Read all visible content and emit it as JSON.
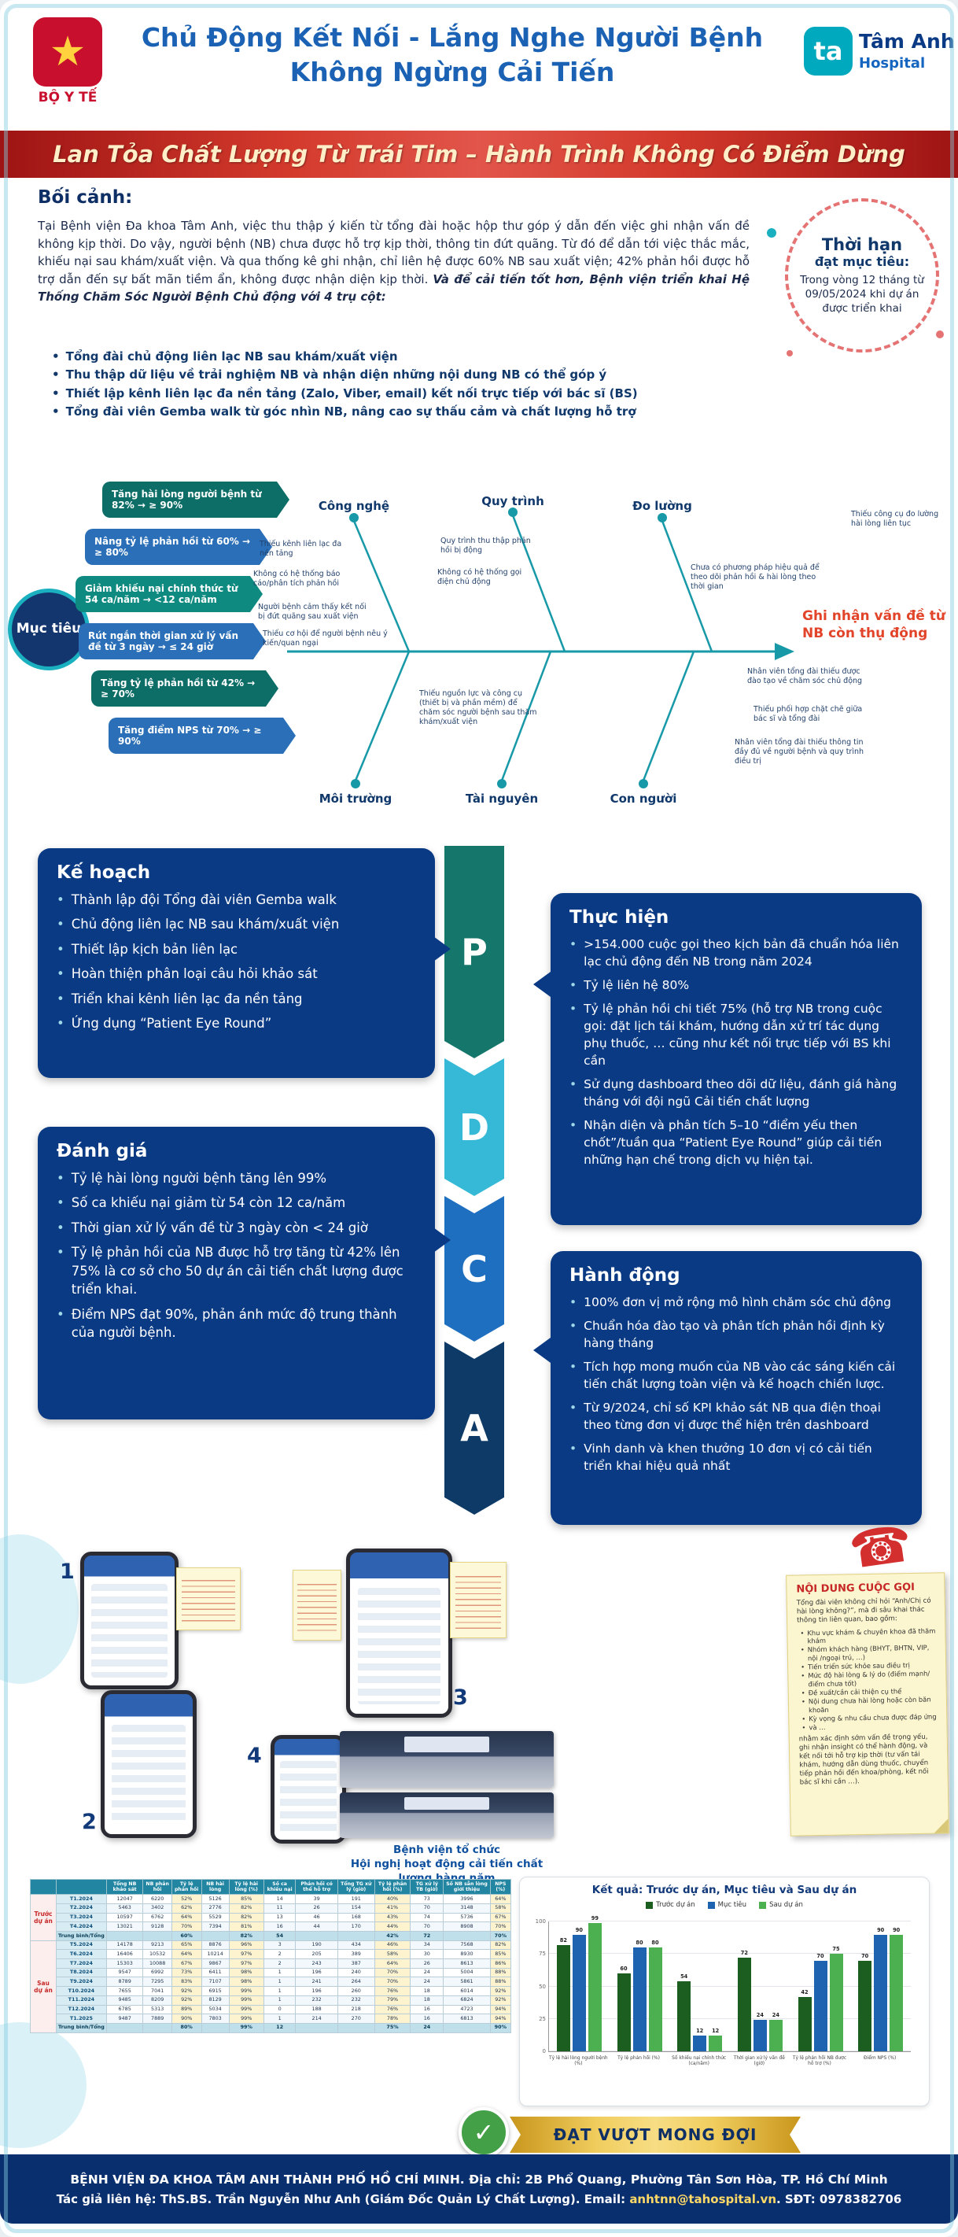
{
  "header": {
    "ministry": "BỘ Y TẾ",
    "title_line1": "Chủ Động Kết Nối - Lắng Nghe Người Bệnh",
    "title_line2": "Không Ngừng Cải Tiến",
    "logo_ta": "ta",
    "logo_name": "Tâm Anh",
    "logo_sub": "Hospital"
  },
  "banner": {
    "text": "Lan Tỏa Chất Lượng Từ Trái Tim – Hành Trình Không Có Điểm Dừng"
  },
  "context": {
    "heading": "Bối cảnh:",
    "para": "Tại Bệnh viện Đa khoa Tâm Anh, việc thu thập ý kiến từ tổng đài hoặc hộp thư góp ý dẫn đến việc ghi nhận vấn đề không kịp thời. Do vậy, người bệnh (NB) chưa được hỗ trợ kịp thời, thông tin đứt quãng. Từ đó để dẫn tới việc thắc mắc, khiếu nại sau khám/xuất viện. Và qua thống kê ghi nhận, chỉ liên hệ được 60% NB sau xuất viện; 42% phản hồi được hỗ trợ dẫn đến sự bất mãn tiềm ẩn, không được nhận diện kịp thời. ",
    "para_bold": "Và để cải tiến tốt hơn, Bệnh viện triển khai Hệ Thống Chăm Sóc Người Bệnh Chủ động với 4 trụ cột:",
    "bullets": [
      "Tổng đài chủ động liên lạc NB sau khám/xuất viện",
      "Thu thập dữ liệu về trải nghiệm NB và nhận diện những nội dung NB có thể góp ý",
      "Thiết lập kênh liên lạc đa nền tảng (Zalo, Viber, email) kết nối trực tiếp với bác sĩ (BS)",
      "Tổng đài viên Gemba walk từ góc nhìn NB, nâng cao sự thấu cảm và chất lượng hỗ trợ"
    ],
    "deadline_title": "Thời hạn",
    "deadline_sub": "đạt mục tiêu:",
    "deadline_body": "Trong vòng 12 tháng từ 09/05/2024 khi dự án được triển khai"
  },
  "goals": {
    "label": "Mục tiêu",
    "items": [
      "Tăng hài lòng người bệnh từ 82% → ≥ 90%",
      "Nâng tỷ lệ phản hồi từ 60% → ≥ 80%",
      "Giảm khiếu nại chính thức từ 54 ca/năm → <12 ca/năm",
      "Rút ngắn thời gian xử lý vấn đề từ 3 ngày → ≤ 24 giờ",
      "Tăng tỷ lệ phản hồi từ 42% → ≥ 70%",
      "Tăng điểm NPS từ 70% → ≥ 90%"
    ]
  },
  "fishbone": {
    "effect": "Ghi nhận vấn đề từ NB còn thụ động",
    "categories": [
      "Công nghệ",
      "Quy trình",
      "Đo lường",
      "Môi trường",
      "Tài nguyên",
      "Con người"
    ],
    "causes": [
      "Thiếu kênh liên lạc đa nền tảng",
      "Không có hệ thống báo cáo/phân tích phản hồi",
      "Người bệnh cảm thấy kết nối bị đứt quãng sau xuất viện",
      "Thiếu cơ hội để người bệnh nêu ý kiến/quan ngại",
      "Quy trình thu thập phản hồi bị động",
      "Không có hệ thống gọi điện chủ động",
      "Thiếu công cụ đo lường hài lòng liên tục",
      "Chưa có phương pháp hiệu quả để theo dõi phản hồi & hài lòng theo thời gian",
      "Thiếu nguồn lực và công cụ (thiết bị và phần mềm) để chăm sóc người bệnh sau thăm khám/xuất viện",
      "Nhân viên tổng đài thiếu được đào tạo về chăm sóc chủ động",
      "Thiếu phối hợp chặt chẽ giữa bác sĩ và tổng đài",
      "Nhân viên tổng đài thiếu thông tin đầy đủ về người bệnh và quy trình điều trị"
    ]
  },
  "pdca": {
    "letters": [
      "P",
      "D",
      "C",
      "A"
    ],
    "plan": {
      "title": "Kế hoạch",
      "bullets": [
        "Thành lập đội Tổng đài viên Gemba walk",
        "Chủ động liên lạc NB sau khám/xuất viện",
        "Thiết lập kịch bản liên lạc",
        "Hoàn thiện phân loại câu hỏi khảo sát",
        "Triển khai kênh liên lạc đa nền tảng",
        "Ứng dụng “Patient Eye Round”"
      ]
    },
    "do": {
      "title": "Thực hiện",
      "bullets": [
        ">154.000 cuộc gọi theo kịch bản đã chuẩn hóa liên lạc chủ động đến NB trong năm 2024",
        "Tỷ lệ liên hệ 80%",
        "Tỷ lệ phản hồi chi tiết 75% (hỗ trợ NB trong cuộc gọi: đặt lịch tái khám, hướng dẫn xử trí tác dụng phụ thuốc, … cũng như kết nối trực tiếp với BS khi cần",
        "Sử dụng dashboard theo dõi dữ liệu, đánh giá hàng tháng với đội ngũ Cải tiến chất lượng",
        "Nhận diện và phân tích 5–10 “điểm yếu then chốt”/tuần qua “Patient Eye Round” giúp cải tiến những hạn chế trong dịch vụ hiện tại."
      ]
    },
    "check": {
      "title": "Đánh giá",
      "bullets": [
        "Tỷ lệ hài lòng người bệnh tăng lên 99%",
        "Số ca khiếu nại giảm từ 54 còn 12 ca/năm",
        "Thời gian xử lý vấn đề từ 3 ngày còn < 24 giờ",
        "Tỷ lệ phản hồi của NB được hỗ trợ tăng từ 42% lên 75% là cơ sở cho 50 dự án cải tiến chất lượng được triển khai.",
        "Điểm NPS đạt 90%, phản ánh mức độ trung thành của người bệnh."
      ]
    },
    "act": {
      "title": "Hành động",
      "bullets": [
        "100% đơn vị mở rộng mô hình chăm sóc chủ động",
        "Chuẩn hóa đào tạo và phân tích phản hồi định kỳ hàng tháng",
        "Tích hợp mong muốn của NB vào các sáng kiến cải tiến chất lượng toàn viện và kế hoạch chiến lược.",
        "Từ 9/2024, chỉ số KPI khảo sát NB qua điện thoại theo từng đơn vị được thể hiện trên dashboard",
        "Vinh danh và khen thưởng 10 đơn vị có cải tiến triển khai hiệu quả nhất"
      ]
    }
  },
  "media": {
    "numbers": [
      "1",
      "2",
      "3",
      "4"
    ],
    "caption_line1": "Bệnh viện tổ chức",
    "caption_line2": "Hội nghị hoạt động cải tiến chất lượng hàng năm",
    "call_note": {
      "title": "NỘI DUNG CUỘC GỌI",
      "intro": "Tổng đài viên không chỉ hỏi “Anh/Chị có hài lòng không?”, mà đi sâu khai thác thông tin liên quan, bao gồm:",
      "bullets": [
        "Khu vực khám & chuyên khoa đã thăm khám",
        "Nhóm khách hàng (BHYT, BHTN, VIP, nội /ngoại trú, …)",
        "Tiến triển sức khỏe sau điều trị",
        "Mức độ hài lòng & lý do (điểm mạnh/điểm chưa tốt)",
        "Đề xuất/cần cải thiện cụ thể",
        "Nội dung chưa hài lòng hoặc còn băn khoăn",
        "Kỳ vọng & nhu cầu chưa được đáp ứng",
        "và …"
      ],
      "outro": "nhằm xác định sớm vấn đề trọng yếu, ghi nhận insight có thể hành động, và kết nối tới hỗ trợ kịp thời (tư vấn tái khám, hướng dẫn dùng thuốc, chuyển tiếp phản hồi đến khoa/phòng, kết nối bác sĩ khi cần …)."
    }
  },
  "table": {
    "columns": [
      "Tổng NB khảo sát",
      "NB phản hồi",
      "Tỷ lệ phản hồi",
      "NB hài lòng",
      "Tỷ lệ hài lòng (%)",
      "Số ca khiếu nại",
      "Phản hồi có thể hỗ trợ",
      "Tổng TG xử lý (giờ)",
      "Tỷ lệ phản hồi (%)",
      "TG xử lý TB (giờ)",
      "Số NB sẵn lòng giới thiệu",
      "NPS (%)"
    ],
    "groups": [
      {
        "label": "Trước dự án",
        "rows": [
          {
            "month": "T1.2024",
            "values": [
              "12047",
              "6220",
              "52%",
              "5126",
              "85%",
              "14",
              "39",
              "191",
              "40%",
              "73",
              "3996",
              "64%"
            ]
          },
          {
            "month": "T2.2024",
            "values": [
              "5463",
              "3402",
              "62%",
              "2776",
              "82%",
              "11",
              "26",
              "154",
              "41%",
              "70",
              "3148",
              "58%"
            ]
          },
          {
            "month": "T3.2024",
            "values": [
              "10597",
              "6762",
              "64%",
              "5529",
              "82%",
              "13",
              "46",
              "168",
              "43%",
              "74",
              "5736",
              "67%"
            ]
          },
          {
            "month": "T4.2024",
            "values": [
              "13021",
              "9128",
              "70%",
              "7394",
              "81%",
              "16",
              "44",
              "170",
              "44%",
              "70",
              "8908",
              "70%"
            ]
          },
          {
            "month": "Trung bình/Tổng",
            "values": [
              "",
              "",
              "60%",
              "",
              "82%",
              "54",
              "",
              "",
              "42%",
              "72",
              "",
              "70%"
            ]
          }
        ]
      },
      {
        "label": "Sau dự án",
        "rows": [
          {
            "month": "T5.2024",
            "values": [
              "14178",
              "9213",
              "65%",
              "8876",
              "96%",
              "3",
              "190",
              "434",
              "46%",
              "34",
              "7568",
              "82%"
            ]
          },
          {
            "month": "T6.2024",
            "values": [
              "16406",
              "10532",
              "64%",
              "10214",
              "97%",
              "2",
              "205",
              "389",
              "58%",
              "30",
              "8930",
              "85%"
            ]
          },
          {
            "month": "T7.2024",
            "values": [
              "15303",
              "10088",
              "67%",
              "9867",
              "97%",
              "2",
              "243",
              "387",
              "64%",
              "26",
              "8613",
              "86%"
            ]
          },
          {
            "month": "T8.2024",
            "values": [
              "9547",
              "6992",
              "73%",
              "6411",
              "98%",
              "1",
              "196",
              "240",
              "70%",
              "24",
              "5004",
              "88%"
            ]
          },
          {
            "month": "T9.2024",
            "values": [
              "8789",
              "7295",
              "83%",
              "7107",
              "98%",
              "1",
              "241",
              "264",
              "70%",
              "24",
              "5861",
              "88%"
            ]
          },
          {
            "month": "T10.2024",
            "values": [
              "7655",
              "7041",
              "92%",
              "6915",
              "99%",
              "1",
              "196",
              "260",
              "76%",
              "18",
              "6014",
              "92%"
            ]
          },
          {
            "month": "T11.2024",
            "values": [
              "9485",
              "8209",
              "92%",
              "8129",
              "99%",
              "1",
              "232",
              "232",
              "79%",
              "18",
              "6824",
              "92%"
            ]
          },
          {
            "month": "T12.2024",
            "values": [
              "6785",
              "5313",
              "89%",
              "5034",
              "99%",
              "0",
              "188",
              "218",
              "76%",
              "16",
              "4723",
              "94%"
            ]
          },
          {
            "month": "T1.2025",
            "values": [
              "9487",
              "7889",
              "90%",
              "7803",
              "99%",
              "1",
              "214",
              "270",
              "78%",
              "16",
              "6813",
              "94%"
            ]
          },
          {
            "month": "Trung bình/Tổng",
            "values": [
              "",
              "",
              "80%",
              "",
              "99%",
              "12",
              "",
              "",
              "75%",
              "24",
              "",
              "90%"
            ]
          }
        ]
      }
    ]
  },
  "chart_data": {
    "type": "bar",
    "title": "Kết quả: Trước dự án, Mục tiêu và Sau dự án",
    "categories": [
      "Tỷ lệ hài lòng người bệnh (%)",
      "Tỷ lệ phản hồi (%)",
      "Số khiếu nại chính thức (ca/năm)",
      "Thời gian xử lý vấn đề (giờ)",
      "Tỷ lệ phản hồi NB được hỗ trợ (%)",
      "Điểm NPS (%)"
    ],
    "series": [
      {
        "name": "Trước dự án",
        "color": "#1b5e20",
        "values": [
          82,
          60,
          54,
          72,
          42,
          70
        ]
      },
      {
        "name": "Mục tiêu",
        "color": "#1e63b0",
        "values": [
          90,
          80,
          12,
          24,
          70,
          90
        ]
      },
      {
        "name": "Sau dự án",
        "color": "#4caf50",
        "values": [
          99,
          80,
          12,
          24,
          75,
          90
        ]
      }
    ],
    "ylim": [
      0,
      100
    ],
    "yticks": [
      0,
      25,
      50,
      75,
      100
    ],
    "legend_position": "top",
    "grid": true
  },
  "result_badge": "ĐẠT VƯỢT MONG ĐỢI",
  "footer": {
    "line1": "BỆNH VIỆN ĐA KHOA TÂM ANH THÀNH PHỐ HỒ CHÍ MINH. Địa chỉ: 2B Phổ Quang, Phường Tân Sơn Hòa, TP. Hồ Chí Minh",
    "line2_prefix": "Tác giả liên hệ: ThS.BS. Trần Nguyễn Như Anh (Giám Đốc Quản Lý Chất Lượng). Email: ",
    "line2_email": "anhtnn@tahospital.vn",
    "line2_suffix": ". SĐT: 0978382706"
  }
}
